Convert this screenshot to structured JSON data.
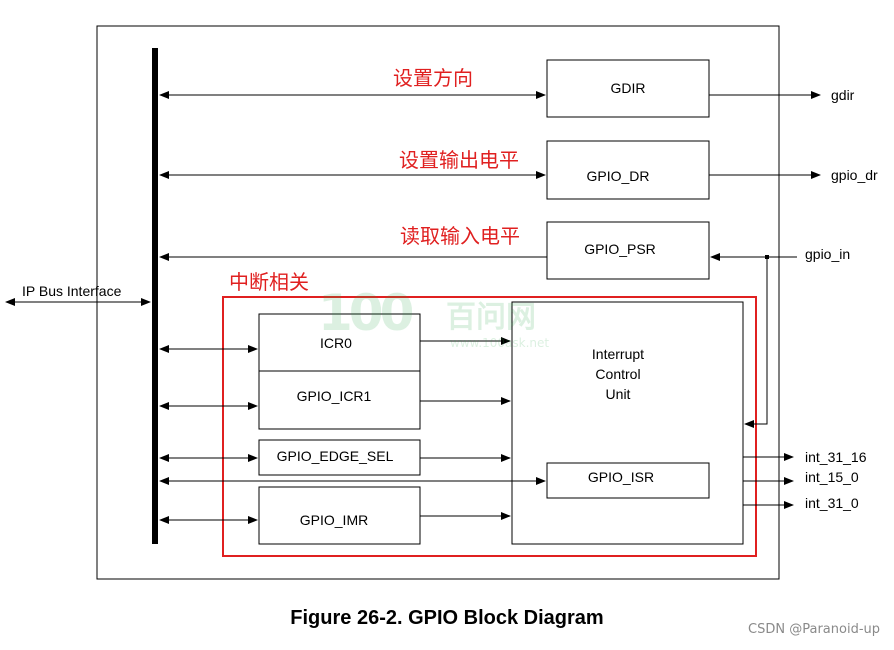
{
  "blocks": {
    "gdir": "GDIR",
    "gpio_dr": "GPIO_DR",
    "gpio_psr": "GPIO_PSR",
    "icr0": "ICR0",
    "gpio_icr1": "GPIO_ICR1",
    "gpio_edge_sel": "GPIO_EDGE_SEL",
    "gpio_imr": "GPIO_IMR",
    "gpio_isr": "GPIO_ISR",
    "interrupt_unit": [
      "Interrupt",
      "Control",
      "Unit"
    ]
  },
  "signals": {
    "ip_bus": "IP Bus Interface",
    "gdir_out": "gdir",
    "gpio_dr_out": "gpio_dr",
    "gpio_in": "gpio_in",
    "int_31_16": "int_31_16",
    "int_15_0": "int_15_0",
    "int_31_0": "int_31_0"
  },
  "annotations": {
    "set_direction": "设置方向",
    "set_output_level": "设置输出电平",
    "read_input_level": "读取输入电平",
    "interrupt_related": "中断相关"
  },
  "colors": {
    "annotation": "#e02020",
    "line": "#000000"
  },
  "watermark": {
    "logo": "100",
    "brand": "百问网",
    "url": "www.100ask.net"
  },
  "caption": "Figure 26-2. GPIO Block Diagram",
  "credit": "CSDN @Paranoid-up"
}
